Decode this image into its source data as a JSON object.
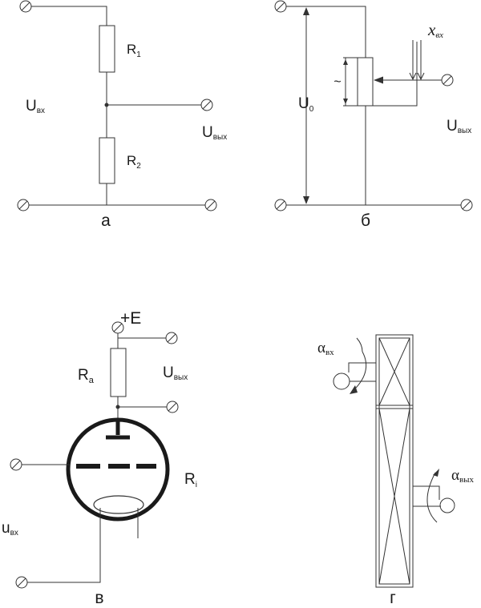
{
  "colors": {
    "line": "#333333",
    "text": "#1a1a1a",
    "background": "#ffffff"
  },
  "panel_a": {
    "caption": "а",
    "r1_main": "R",
    "r1_sub": "1",
    "r2_main": "R",
    "r2_sub": "2",
    "uin_main": "U",
    "uin_sub": "вх",
    "uout_main": "U",
    "uout_sub": "вых"
  },
  "panel_b": {
    "caption": "б",
    "u0_main": "U",
    "u0_sub": "0",
    "xin_main": "x",
    "xin_sub": "вх",
    "uout_main": "U",
    "uout_sub": "вых",
    "tilde": "~"
  },
  "panel_c": {
    "caption": "в",
    "supply": "+E",
    "ra_main": "R",
    "ra_sub": "a",
    "ri_main": "R",
    "ri_sub": "i",
    "uout_main": "U",
    "uout_sub": "вых",
    "uin_main": "u",
    "uin_sub": "вх"
  },
  "panel_d": {
    "caption": "г",
    "ain_main": "α",
    "ain_sub": "вх",
    "aout_main": "α",
    "aout_sub": "вых"
  }
}
